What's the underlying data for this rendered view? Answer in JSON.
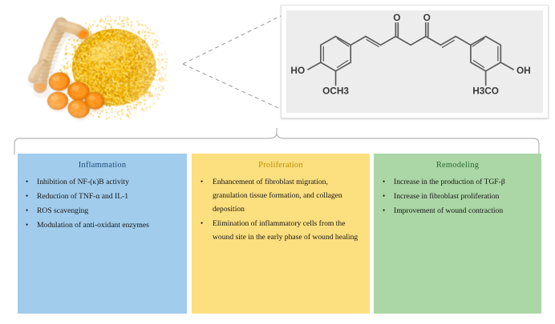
{
  "figure": {
    "photo": {
      "alt": "turmeric-rhizome-powder-and-slices",
      "elements": [
        "turmeric rhizome",
        "turmeric powder pile",
        "sliced turmeric pieces"
      ]
    },
    "callout": {
      "name": "dashed-zoom-callout"
    },
    "structure": {
      "name": "curcumin-structure",
      "labels": {
        "ketone_left": "O",
        "ketone_right": "O",
        "hydroxyl_left": "HO",
        "hydroxyl_right": "OH",
        "methoxy_left": "OCH3",
        "methoxy_right": "H3CO"
      }
    },
    "brace": {
      "name": "curly-brace-connector"
    },
    "categories": [
      {
        "id": "inflammation",
        "title": "Inflammation",
        "bullet": "•",
        "accent": "#1F4E79",
        "background": "#A1CCEC",
        "items": [
          "Inhibition of NF-(κ)B activity",
          "Reduction of TNF-α and IL-1",
          "ROS scavenging",
          "Modulation of anti-oxidant enzymes"
        ]
      },
      {
        "id": "proliferation",
        "title": "Proliferation",
        "bullet": "•",
        "accent": "#BF8F00",
        "background": "#FCDF7F",
        "items": [
          "Enhancement of fibroblast migration, granulation tissue formation, and collagen deposition",
          "Elimination of inflammatory cells from the wound site in the early phase of wound healing"
        ]
      },
      {
        "id": "remodeling",
        "title": "Remodeling",
        "bullet": "•",
        "accent": "#2E6B33",
        "background": "#ABD6A5",
        "items": [
          "Increase in the production of TGF-β",
          "Increase in fibroblast proliferation",
          "Improvement of wound contraction"
        ]
      }
    ]
  }
}
